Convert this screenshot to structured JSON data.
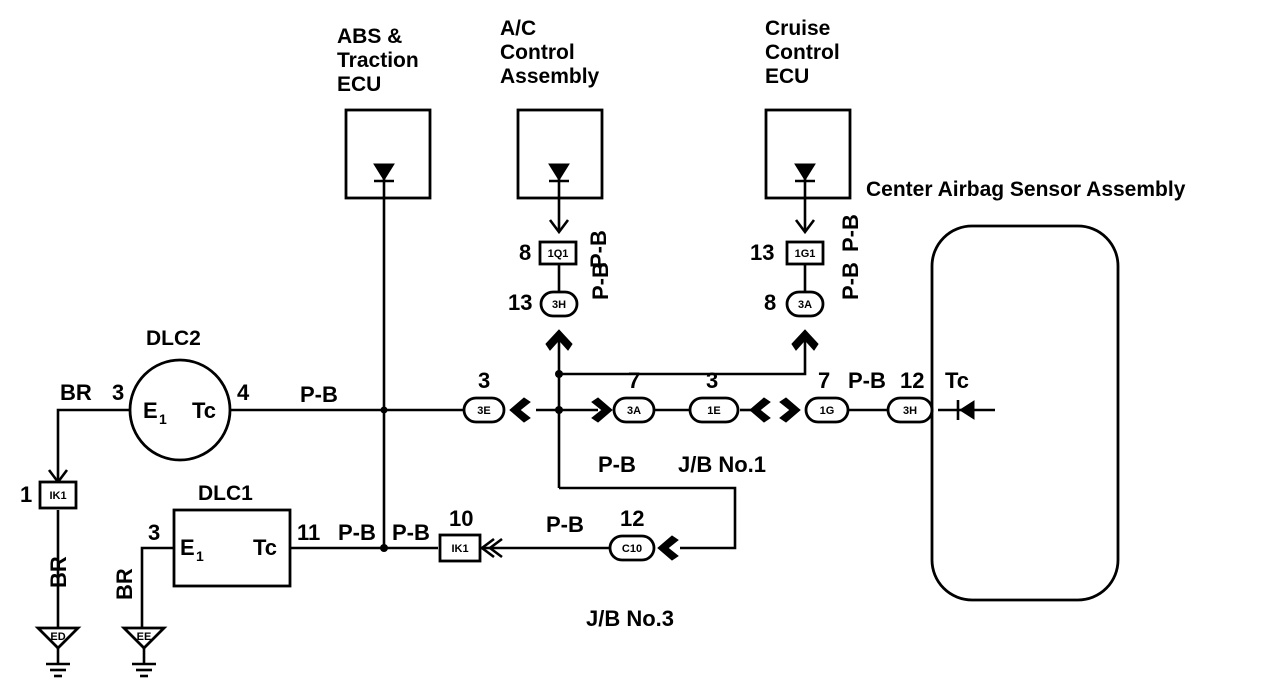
{
  "components": {
    "abs_ecu": "ABS &\nTraction\nECU",
    "ac_control": "A/C\nControl\nAssembly",
    "cruise_ecu": "Cruise\nControl\nECU",
    "airbag_sensor": "Center Airbag Sensor Assembly",
    "dlc2": "DLC2",
    "dlc1": "DLC1",
    "jb_no1": "J/B No.1",
    "jb_no3": "J/B No.3"
  },
  "terminals": {
    "e1": "E",
    "e1_sub": "1",
    "tc": "Tc"
  },
  "wire_colors": {
    "pb": "P-B",
    "br": "BR"
  },
  "connectors": {
    "1Q1": "1Q1",
    "1G1": "1G1",
    "3H": "3H",
    "3A": "3A",
    "3E": "3E",
    "1E": "1E",
    "1G": "1G",
    "IK1": "IK1",
    "C10": "C10",
    "ED": "ED",
    "EE": "EE"
  },
  "pins": {
    "ac_1q1": "8",
    "ac_3h": "13",
    "cruise_1g1": "13",
    "cruise_3a": "8",
    "dlc2_e1": "3",
    "dlc2_tc": "4",
    "jb_3e": "3",
    "jb_3a": "7",
    "jb_1e": "3",
    "jb_1g": "7",
    "airbag_3h": "12",
    "ik1_left": "1",
    "dlc1_e1": "3",
    "dlc1_tc": "11",
    "ik1_mid": "10",
    "c10": "12"
  }
}
